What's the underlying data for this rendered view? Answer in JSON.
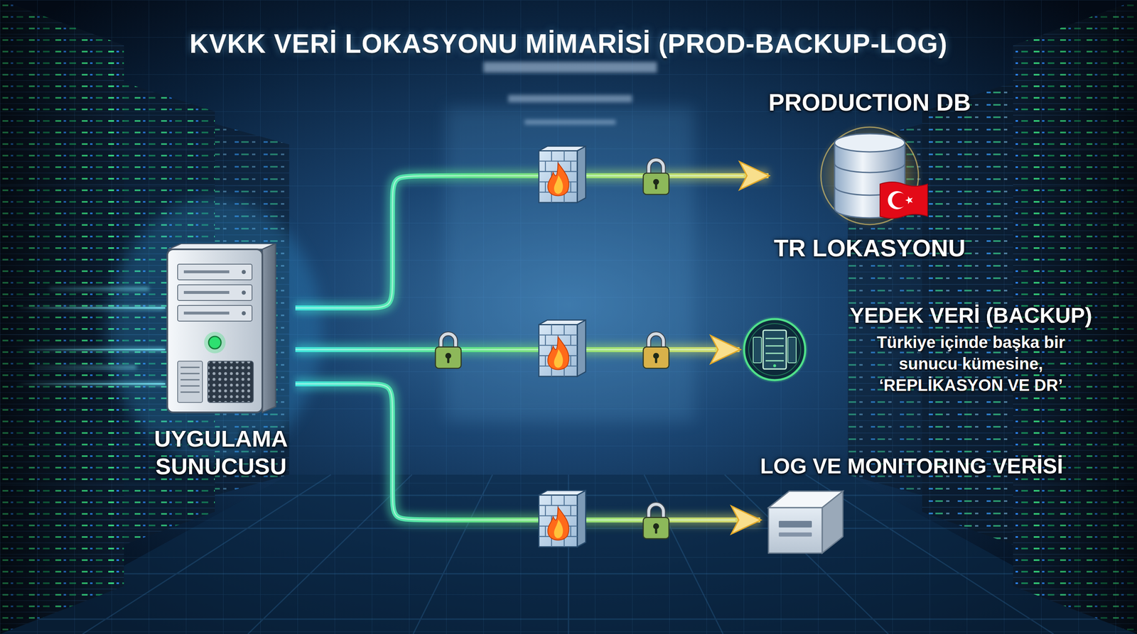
{
  "diagram": {
    "title": "KVKK VERİ LOKASYONU MİMARİSİ (PROD-BACKUP-LOG)",
    "nodes": [
      {
        "text": [
          "UYGULAMA SUNUCUSU"
        ]
      },
      {
        "text": [
          "PRODUCTION DB",
          "TR LOKASYONU"
        ]
      },
      {
        "text": [
          "YEDEK VERİ (BACKUP)",
          "Türkiye içinde başka bir sunucu kümesine, ‘REPLİKASYON VE DR’"
        ]
      },
      {
        "text": [
          "LOG VE MONITORING VERİSİ"
        ]
      }
    ],
    "edges": [
      {
        "from": 0,
        "to": 1,
        "arrow": "to"
      },
      {
        "from": 0,
        "to": 2,
        "arrow": "to"
      },
      {
        "from": 0,
        "to": 3,
        "arrow": "to"
      }
    ]
  }
}
